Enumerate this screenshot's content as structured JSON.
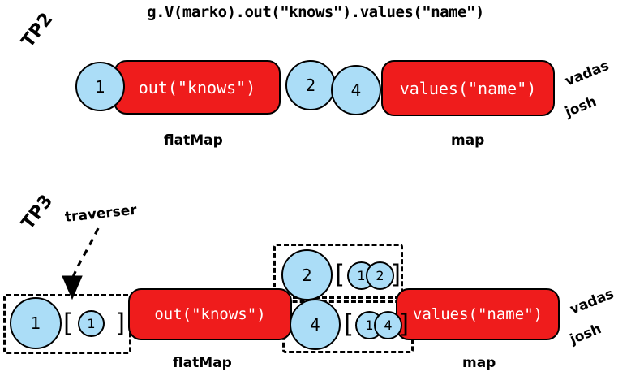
{
  "title": "g.V(marko).out(\"knows\").values(\"name\")",
  "colors": {
    "step_fill": "#ef1c1c",
    "vertex_fill": "#abddf7",
    "stroke": "#000000",
    "background": "#ffffff",
    "step_text": "#ffffff"
  },
  "tp2": {
    "tag": "TP2",
    "vertices": [
      {
        "label": "1"
      },
      {
        "label": "2"
      },
      {
        "label": "4"
      }
    ],
    "steps": [
      {
        "label": "out(\"knows\")",
        "caption": "flatMap"
      },
      {
        "label": "values(\"name\")",
        "caption": "map"
      }
    ],
    "outputs": [
      "vadas",
      "josh"
    ]
  },
  "tp3": {
    "tag": "TP3",
    "annotation": "traverser",
    "steps": [
      {
        "label": "out(\"knows\")",
        "caption": "flatMap"
      },
      {
        "label": "values(\"name\")",
        "caption": "map"
      }
    ],
    "traversers": [
      {
        "current": "1",
        "open_bracket": "[",
        "path": [
          "1"
        ],
        "close_bracket": "]"
      },
      {
        "current": "2",
        "open_bracket": "[",
        "path": [
          "1",
          "2"
        ],
        "close_bracket": "]"
      },
      {
        "current": "4",
        "open_bracket": "[",
        "path": [
          "1",
          "4"
        ],
        "close_bracket": "]"
      }
    ],
    "outputs": [
      "vadas",
      "josh"
    ]
  }
}
